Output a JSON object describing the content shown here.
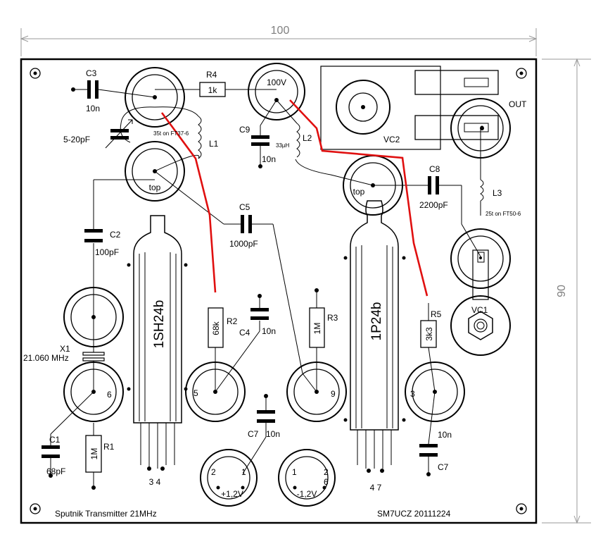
{
  "dimensions": {
    "width_label": "100",
    "height_label": "90"
  },
  "footer": {
    "left": "Sputnik Transmitter  21MHz",
    "right": "SM7UCZ 20111224"
  },
  "tubes": {
    "left": {
      "name": "1SH24b",
      "pins_bottom": "3 4"
    },
    "right": {
      "name": "1P24b",
      "pins_bottom": "4 7"
    }
  },
  "components": {
    "c3": {
      "ref": "C3",
      "value": "10n"
    },
    "r4": {
      "ref": "R4",
      "value": "1k"
    },
    "trimmer": {
      "value": "5-20pF"
    },
    "l1": {
      "ref": "L1",
      "note": "35t on FT37-6"
    },
    "c9": {
      "ref": "C9",
      "value": "10n"
    },
    "l2": {
      "ref": "L2",
      "value": "33µH"
    },
    "c8": {
      "ref": "C8",
      "value": "2200pF"
    },
    "l3": {
      "ref": "L3",
      "note": "25t on FT50-6"
    },
    "c5": {
      "ref": "C5",
      "value": "1000pF"
    },
    "c2": {
      "ref": "C2",
      "value": "100pF"
    },
    "c4": {
      "ref": "C4",
      "value": "10n"
    },
    "r2": {
      "ref": "R2",
      "value": "68k"
    },
    "r3": {
      "ref": "R3",
      "value": "1M"
    },
    "r5": {
      "ref": "R5",
      "value": "3k3"
    },
    "x1": {
      "ref": "X1",
      "value": "21.060 MHz"
    },
    "c1": {
      "ref": "C1",
      "value": "68pF"
    },
    "r1": {
      "ref": "R1",
      "value": "1M"
    },
    "c7a": {
      "ref": "C7",
      "value": "10n"
    },
    "c7b": {
      "ref": "C7",
      "value": "10n"
    },
    "vc1": {
      "ref": "VC1"
    },
    "vc2": {
      "ref": "VC2"
    }
  },
  "pads": {
    "plate_hv": "100V",
    "top_left": "top",
    "top_right": "top",
    "out": "OUT",
    "pin5": "5",
    "pin9": "9",
    "pin3": "3",
    "pin6": "6",
    "bat_pos": {
      "pin_a": "2",
      "pin_b": "1",
      "label": "+1,2V"
    },
    "bat_neg": {
      "pin_a": "1",
      "pin_b": "2",
      "pin_c": "6",
      "label": "-1,2V"
    }
  }
}
